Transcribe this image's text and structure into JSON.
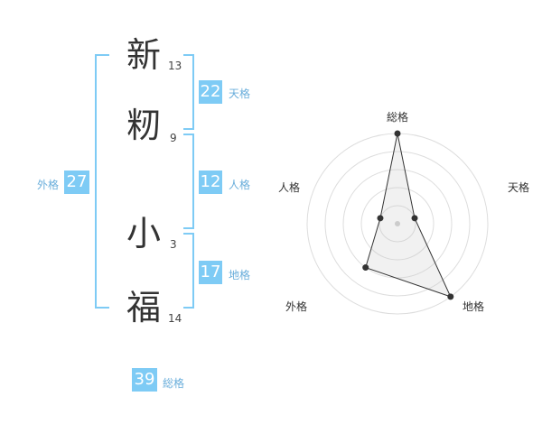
{
  "name": {
    "chars": [
      {
        "char": "新",
        "strokes": "13"
      },
      {
        "char": "籾",
        "strokes": "9"
      },
      {
        "char": "小",
        "strokes": "3"
      },
      {
        "char": "福",
        "strokes": "14"
      }
    ]
  },
  "fortunes": {
    "tenkaku": {
      "value": "22",
      "label": "天格"
    },
    "jinkaku": {
      "value": "12",
      "label": "人格"
    },
    "chikaku": {
      "value": "17",
      "label": "地格"
    },
    "gaikaku": {
      "value": "27",
      "label": "外格"
    },
    "soukaku": {
      "value": "39",
      "label": "総格"
    }
  },
  "radar": {
    "axes": [
      "総格",
      "天格",
      "地格",
      "外格",
      "人格"
    ],
    "levels": 5,
    "values": [
      5,
      1,
      5,
      3,
      1
    ],
    "max": 5
  },
  "colors": {
    "accent": "#7ecbf5",
    "label": "#6aaedb"
  }
}
